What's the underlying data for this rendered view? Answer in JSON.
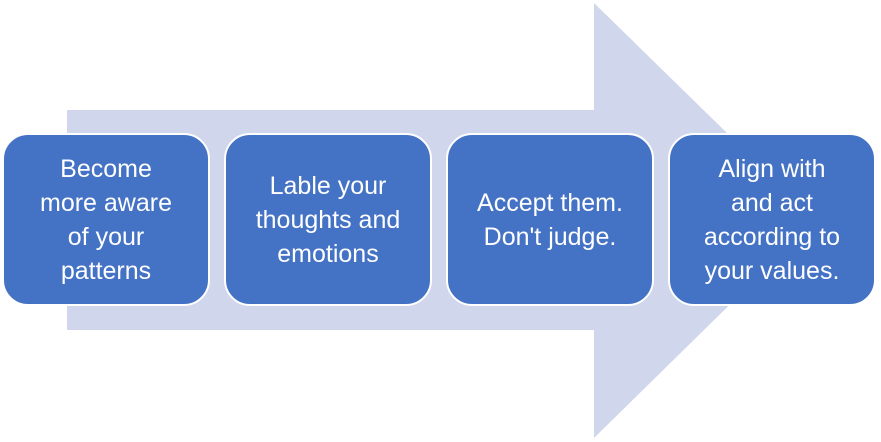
{
  "colors": {
    "arrow_fill": "#d0d6ec",
    "step_fill": "#4472c4",
    "step_border": "#ffffff",
    "text": "#ffffff"
  },
  "steps": [
    {
      "lines": [
        "Become",
        "more aware",
        "of your",
        "patterns"
      ]
    },
    {
      "lines": [
        "Lable your",
        "thoughts and",
        "emotions"
      ]
    },
    {
      "lines": [
        "Accept them.",
        "Don't judge."
      ]
    },
    {
      "lines": [
        "Align with",
        "and act",
        "according to",
        "your values."
      ]
    }
  ]
}
